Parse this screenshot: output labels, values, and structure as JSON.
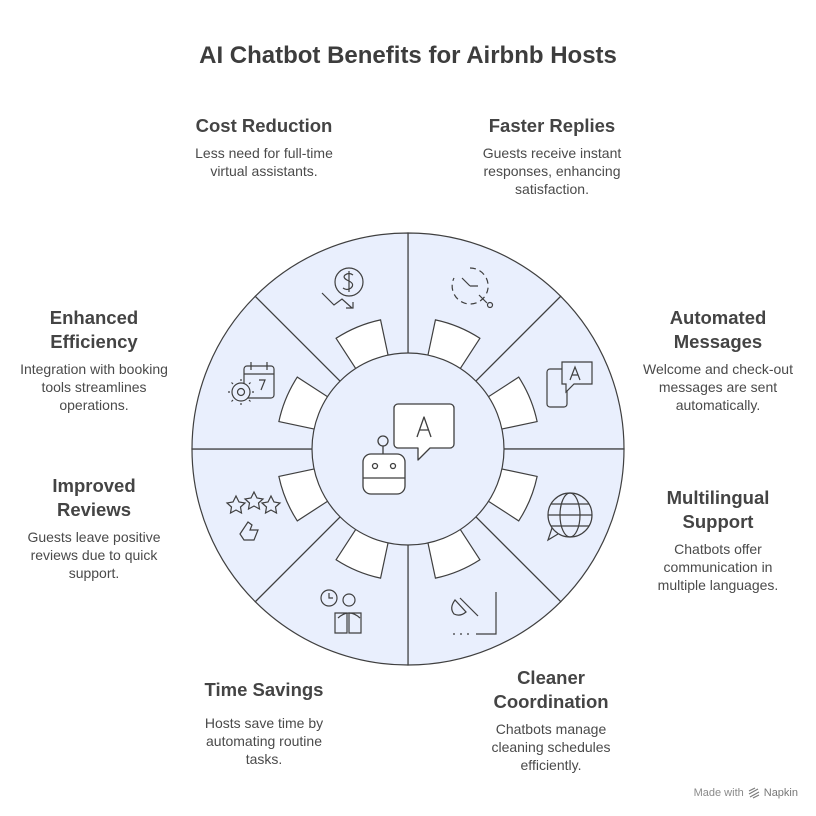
{
  "title": "AI Chatbot Benefits for Airbnb Hosts",
  "center_icon": "robot-chat-icon",
  "segments": [
    {
      "id": "cost-reduction",
      "heading": "Cost Reduction",
      "description": "Less need for full-time virtual assistants.",
      "icon": "dollar-decline-icon"
    },
    {
      "id": "faster-replies",
      "heading": "Faster Replies",
      "description": "Guests receive instant responses, enhancing satisfaction.",
      "icon": "clock-timer-icon"
    },
    {
      "id": "automated-messages",
      "heading": "Automated Messages",
      "description": "Welcome and check-out messages are sent automatically.",
      "icon": "phone-message-icon"
    },
    {
      "id": "multilingual-support",
      "heading": "Multilingual Support",
      "description": "Chatbots offer communication in multiple languages.",
      "icon": "globe-chat-icon"
    },
    {
      "id": "cleaner-coordination",
      "heading": "Cleaner Coordination",
      "description": "Chatbots manage cleaning schedules efficiently.",
      "icon": "broom-icon"
    },
    {
      "id": "time-savings",
      "heading": "Time Savings",
      "description": "Hosts save time by automating routine tasks.",
      "icon": "clock-reading-person-icon"
    },
    {
      "id": "improved-reviews",
      "heading": "Improved Reviews",
      "description": "Guests leave positive reviews due to quick support.",
      "icon": "stars-thumb-icon"
    },
    {
      "id": "enhanced-efficiency",
      "heading": "Enhanced Efficiency",
      "description": "Integration with booking tools streamlines operations.",
      "icon": "gear-calendar-icon"
    }
  ],
  "colors": {
    "segment_fill": "#e9effd",
    "center_fill": "#e9effd",
    "stroke": "#3f3f3f",
    "notch_fill": "#ffffff"
  },
  "footer": {
    "made_with": "Made with",
    "brand": "Napkin",
    "icon": "napkin-logo-icon"
  }
}
